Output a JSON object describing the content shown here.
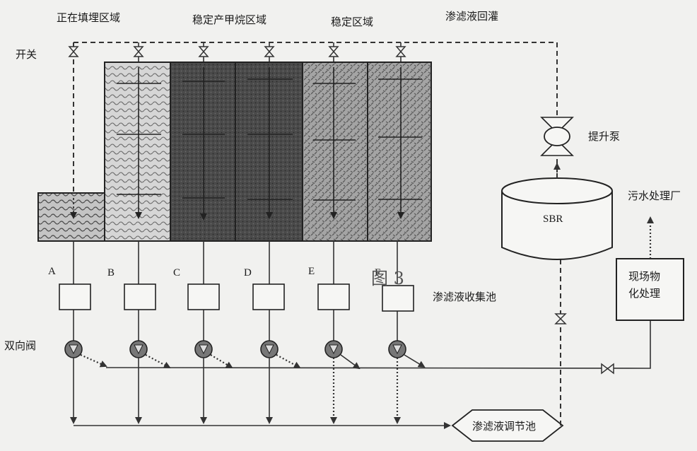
{
  "zones": {
    "filling": "正在填埋区域",
    "methane": "稳定产甲烷区域",
    "stable": "稳定区域",
    "recirculation": "渗滤液回灌"
  },
  "labels": {
    "switch": "开关",
    "two_way_valve": "双向阀",
    "collection_tank": "渗滤液收集池",
    "lift_pump": "提升泵",
    "sbr": "SBR",
    "wastewater_plant": "污水处理厂",
    "onsite_treatment_line1": "现场物",
    "onsite_treatment_line2": "化处理",
    "regulating_tank": "渗滤液调节池",
    "figure_number": "图 3"
  },
  "cells": [
    "A",
    "B",
    "C",
    "D",
    "E",
    "F"
  ]
}
